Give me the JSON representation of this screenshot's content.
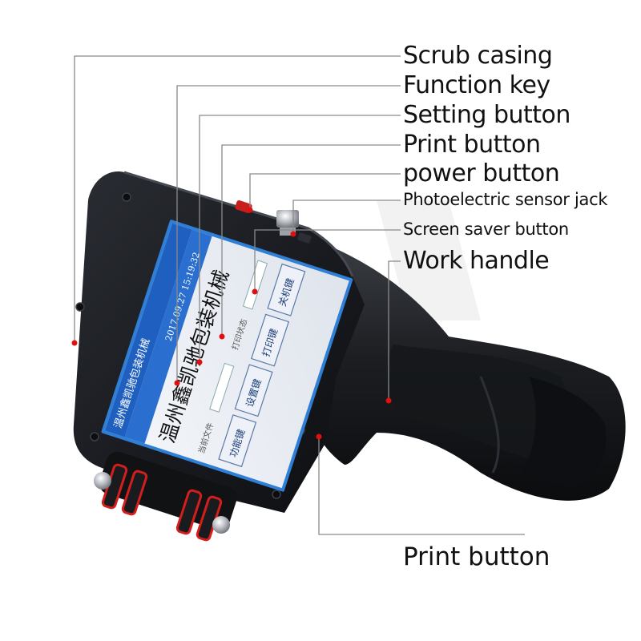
{
  "callouts": {
    "scrub_casing": "Scrub casing",
    "function_key": "Function key",
    "setting_button": "Setting button",
    "print_button_top": "Print button",
    "power_button": "power button",
    "photoelectric_sensor_jack": "Photoelectric sensor jack",
    "screen_saver_button": "Screen saver button",
    "work_handle": "Work handle",
    "print_button_bottom": "Print button"
  },
  "screen": {
    "header_text": "温州鑫凯驰包装机械",
    "datetime": "2017.09.27  15:19:32",
    "main_text": "温州鑫凯驰包装机械",
    "field_label_1": "打印状态",
    "field_label_2": "当前文件",
    "key_1": "功能键",
    "key_2": "设置键",
    "key_3": "打印键",
    "key_4": "关机键"
  },
  "colors": {
    "leader_line": "#8a8a8a",
    "marker_dot": "#e01010",
    "device_body": "#1b1d22",
    "screen_frame": "#2f7fd6",
    "screen_header": "#1f5fbf"
  }
}
